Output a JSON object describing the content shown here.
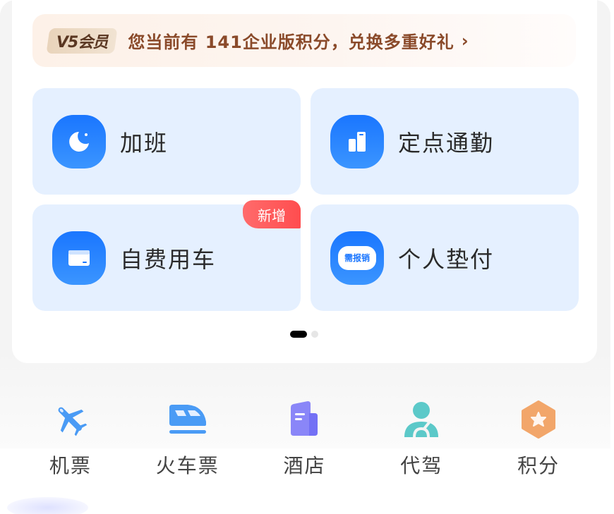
{
  "vip_banner": {
    "badge": "V5会员",
    "text": "您当前有 141企业版积分，兑换多重好礼",
    "arrow": "›",
    "points": 141
  },
  "tiles": [
    {
      "label": "加班",
      "icon": "moon-icon"
    },
    {
      "label": "定点通勤",
      "icon": "commute-icon"
    },
    {
      "label": "自费用车",
      "icon": "card-icon",
      "badge": "新增"
    },
    {
      "label": "个人垫付",
      "icon": "reimburse-icon",
      "icon_text": "需报销"
    }
  ],
  "pager": {
    "total": 2,
    "active": 0
  },
  "services": [
    {
      "label": "机票",
      "icon": "airplane-icon",
      "color": "#4a9bf5"
    },
    {
      "label": "火车票",
      "icon": "train-icon",
      "color": "#4a9bf5"
    },
    {
      "label": "酒店",
      "icon": "hotel-icon",
      "color": "#7f7cf7"
    },
    {
      "label": "代驾",
      "icon": "driver-icon",
      "color": "#5cc9c9"
    },
    {
      "label": "积分",
      "icon": "points-icon",
      "color": "#f2a66a"
    }
  ],
  "colors": {
    "tile_bg": "#e5f0ff",
    "icon_blue": "#1a76ff",
    "vip_text": "#8a4a2a",
    "badge_red": "#ff4d4f"
  }
}
